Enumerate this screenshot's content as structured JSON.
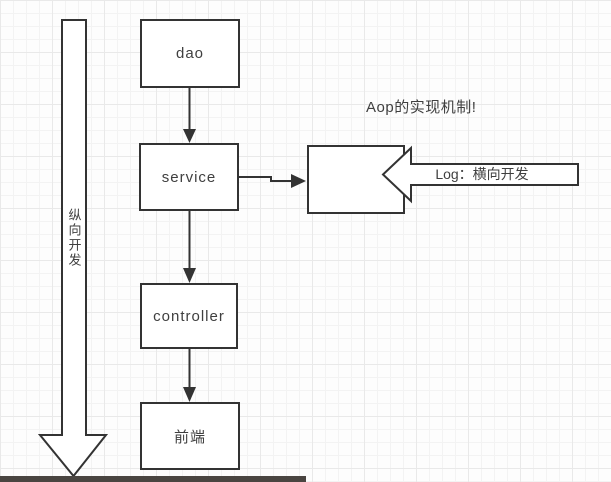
{
  "colors": {
    "background": "#fdfdfd",
    "grid_minor": "#f3f3f3",
    "grid_major": "#e9e9e9",
    "stroke": "#333333",
    "text": "#3f3f3f",
    "shape_fill": "#ffffff",
    "bottom_strip": "#4a4541"
  },
  "nodes": {
    "dao": {
      "label": "dao"
    },
    "service": {
      "label": "service"
    },
    "controller": {
      "label": "controller"
    },
    "frontend": {
      "label": "前端"
    },
    "aop_box": {
      "label": ""
    }
  },
  "labels": {
    "aop_mechanism": "Aop的实现机制!",
    "log_horizontal": "Log：横向开发",
    "vertical_dev": "纵向开发"
  },
  "connections": [
    {
      "from": "dao",
      "to": "service",
      "type": "arrow-down"
    },
    {
      "from": "service",
      "to": "controller",
      "type": "arrow-down"
    },
    {
      "from": "controller",
      "to": "frontend",
      "type": "arrow-down"
    },
    {
      "from": "service",
      "to": "aop_box",
      "type": "arrow-right"
    },
    {
      "from": "log_horizontal_block_arrow",
      "to": "aop_box",
      "type": "block-arrow-left"
    },
    {
      "from": "vertical_dev_block_arrow",
      "to": "",
      "type": "block-arrow-down"
    }
  ]
}
